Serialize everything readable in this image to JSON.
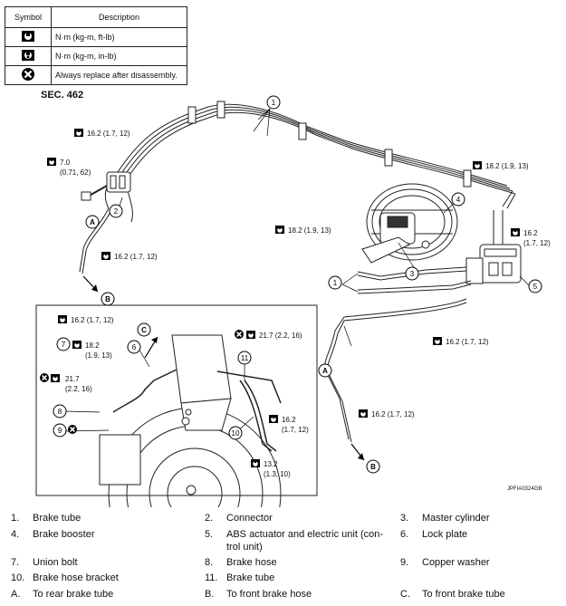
{
  "symbol_table": {
    "header_symbol": "Symbol",
    "header_description": "Description",
    "rows": [
      {
        "icon": "torque-icon",
        "description": "N·m (kg-m, ft-lb)"
      },
      {
        "icon": "torque-inlb-icon",
        "description": "N·m (kg-m, in-lb)"
      },
      {
        "icon": "replace-icon",
        "description": "Always replace after disassembly."
      }
    ]
  },
  "section_label": "SEC. 462",
  "figure_code": "JPFIA0324GB",
  "torque_labels": [
    "16.2 (1.7, 12)",
    "7.0",
    "(0.71, 62)",
    "16.2 (1.7, 12)",
    "18.2 (1.9, 13)",
    "18.2 (1.9, 13)",
    "16.2",
    "(1.7, 12)",
    "16.2 (1.7, 12)",
    "16.2 (1.7, 12)",
    "16.2 (1.7, 12)",
    "21.7 (2.2, 16)",
    "18.2",
    "(1.9, 13)",
    "21.7",
    "(2.2, 16)",
    "16.2",
    "(1.7, 12)",
    "13.2",
    "(1.3, 10)"
  ],
  "callouts": [
    "1",
    "2",
    "3",
    "4",
    "5",
    "1",
    "6",
    "7",
    "8",
    "9",
    "10",
    "11"
  ],
  "letter_callouts": [
    "A",
    "B",
    "A",
    "B",
    "C"
  ],
  "legend": [
    {
      "key": "1.",
      "name": "Brake tube"
    },
    {
      "key": "2.",
      "name": "Connector"
    },
    {
      "key": "3.",
      "name": "Master cylinder"
    },
    {
      "key": "4.",
      "name": "Brake booster"
    },
    {
      "key": "5.",
      "name": "ABS actuator and electric unit (con-"
    },
    {
      "key": "",
      "name": "trol unit)"
    },
    {
      "key": "6.",
      "name": "Lock plate"
    },
    {
      "key": "7.",
      "name": "Union bolt"
    },
    {
      "key": "8.",
      "name": "Brake hose"
    },
    {
      "key": "9.",
      "name": "Copper washer"
    },
    {
      "key": "10.",
      "name": "Brake hose bracket"
    },
    {
      "key": "11.",
      "name": "Brake tube"
    },
    {
      "key": "A.",
      "name": "To rear brake tube"
    },
    {
      "key": "B.",
      "name": "To front brake hose"
    },
    {
      "key": "C.",
      "name": "To front brake tube"
    }
  ]
}
